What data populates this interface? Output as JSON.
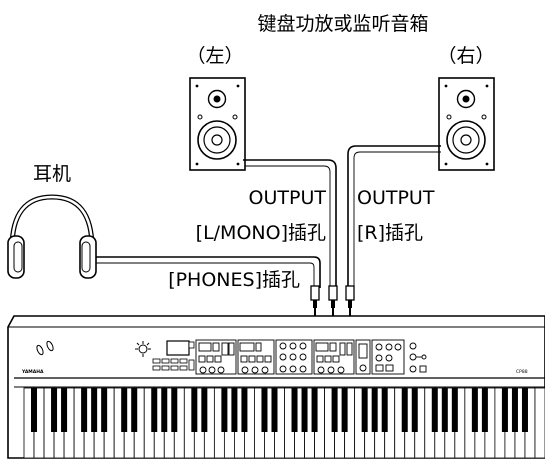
{
  "labels": {
    "title": "键盘功放或监听音箱",
    "left": "（左）",
    "right": "（右）",
    "headphones": "耳机",
    "output_left_1": "OUTPUT",
    "output_left_2": "[L/MONO]插孔",
    "output_right_1": "OUTPUT",
    "output_right_2": "[R]插孔",
    "phones": "[PHONES]插孔"
  },
  "piano": {
    "brand": "YAMAHA",
    "model": "CP88",
    "white_keys": 52
  }
}
